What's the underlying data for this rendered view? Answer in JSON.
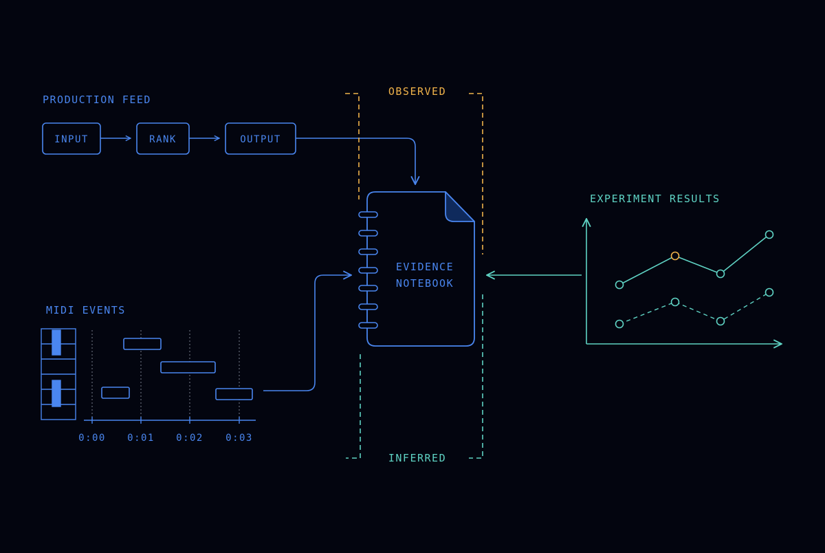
{
  "colors": {
    "background": "#03050f",
    "blue": "#4a86ef",
    "teal": "#5fd3c4",
    "amber": "#f0b34a",
    "grid": "#7a7f8e"
  },
  "production_feed": {
    "title": "PRODUCTION FEED",
    "steps": [
      "INPUT",
      "RANK",
      "OUTPUT"
    ]
  },
  "midi_events": {
    "title": "MIDI EVENTS",
    "time_ticks": [
      "0:00",
      "0:01",
      "0:02",
      "0:03"
    ]
  },
  "notebook": {
    "line1": "EVIDENCE",
    "line2": "NOTEBOOK",
    "observed_label": "OBSERVED",
    "inferred_label": "INFERRED",
    "icon": "spiral-notebook-icon"
  },
  "experiment_results": {
    "title": "EXPERIMENT RESULTS"
  }
}
